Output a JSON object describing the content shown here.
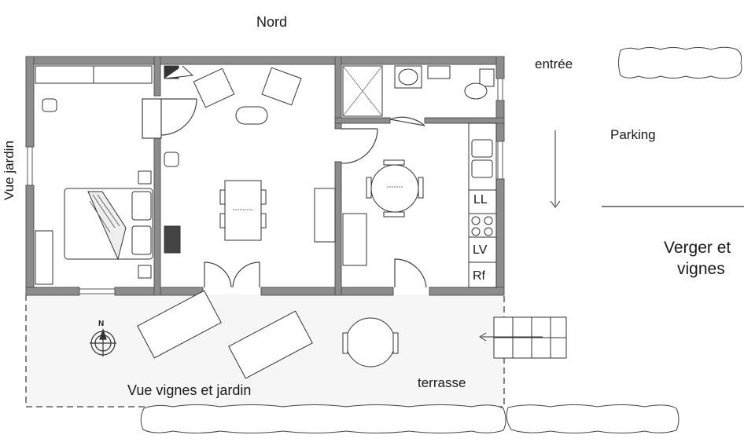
{
  "labels": {
    "north": "Nord",
    "entrance": "entrée",
    "parking": "Parking",
    "orchard_line1": "Verger et",
    "orchard_line2": "vignes",
    "garden_view": "Vue jardin",
    "vines_garden_view": "Vue vignes et jardin",
    "terrace": "terrasse",
    "compass_n": "N"
  },
  "appliances": {
    "dishwasher": "LL",
    "washing_machine": "LV",
    "fridge": "Rf"
  },
  "colors": {
    "wall": "#8c8c8c",
    "wall_outline": "#555555",
    "terrace_fill": "#f6f6f6",
    "line": "#333333"
  }
}
